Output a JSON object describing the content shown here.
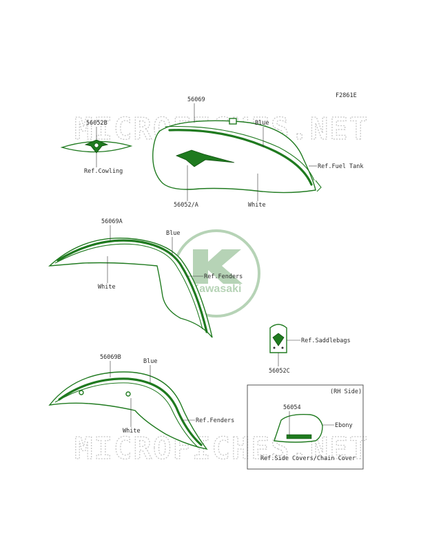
{
  "figure_code": "F2861E",
  "watermark": {
    "text": "MICROFICHES.NET"
  },
  "logo": {
    "text": "Kawasaki",
    "color": "#1f7a1f"
  },
  "colors": {
    "part_outline": "#1f7a1f",
    "label_text": "#2a2a2a",
    "watermark": "#c6c6c6"
  },
  "labels": {
    "p56052b": "56052B",
    "ref_cowling": "Ref.Cowling",
    "p56069": "56069",
    "blue_tank": "Blue",
    "ref_fuel_tank": "Ref.Fuel Tank",
    "p56052a": "56052/A",
    "white_tank": "White",
    "p56069a": "56069A",
    "blue_front": "Blue",
    "ref_fenders_front": "Ref.Fenders",
    "white_front": "White",
    "ref_saddlebags": "Ref.Saddlebags",
    "p56052c": "56052C",
    "p56069b": "56069B",
    "blue_rear": "Blue",
    "ref_fenders_rear": "Ref.Fenders",
    "white_rear": "White",
    "rh_side": "(RH Side)",
    "p56054": "56054",
    "ebony": "Ebony",
    "ref_side_covers": "Ref.Side Covers/Chain Cover"
  }
}
